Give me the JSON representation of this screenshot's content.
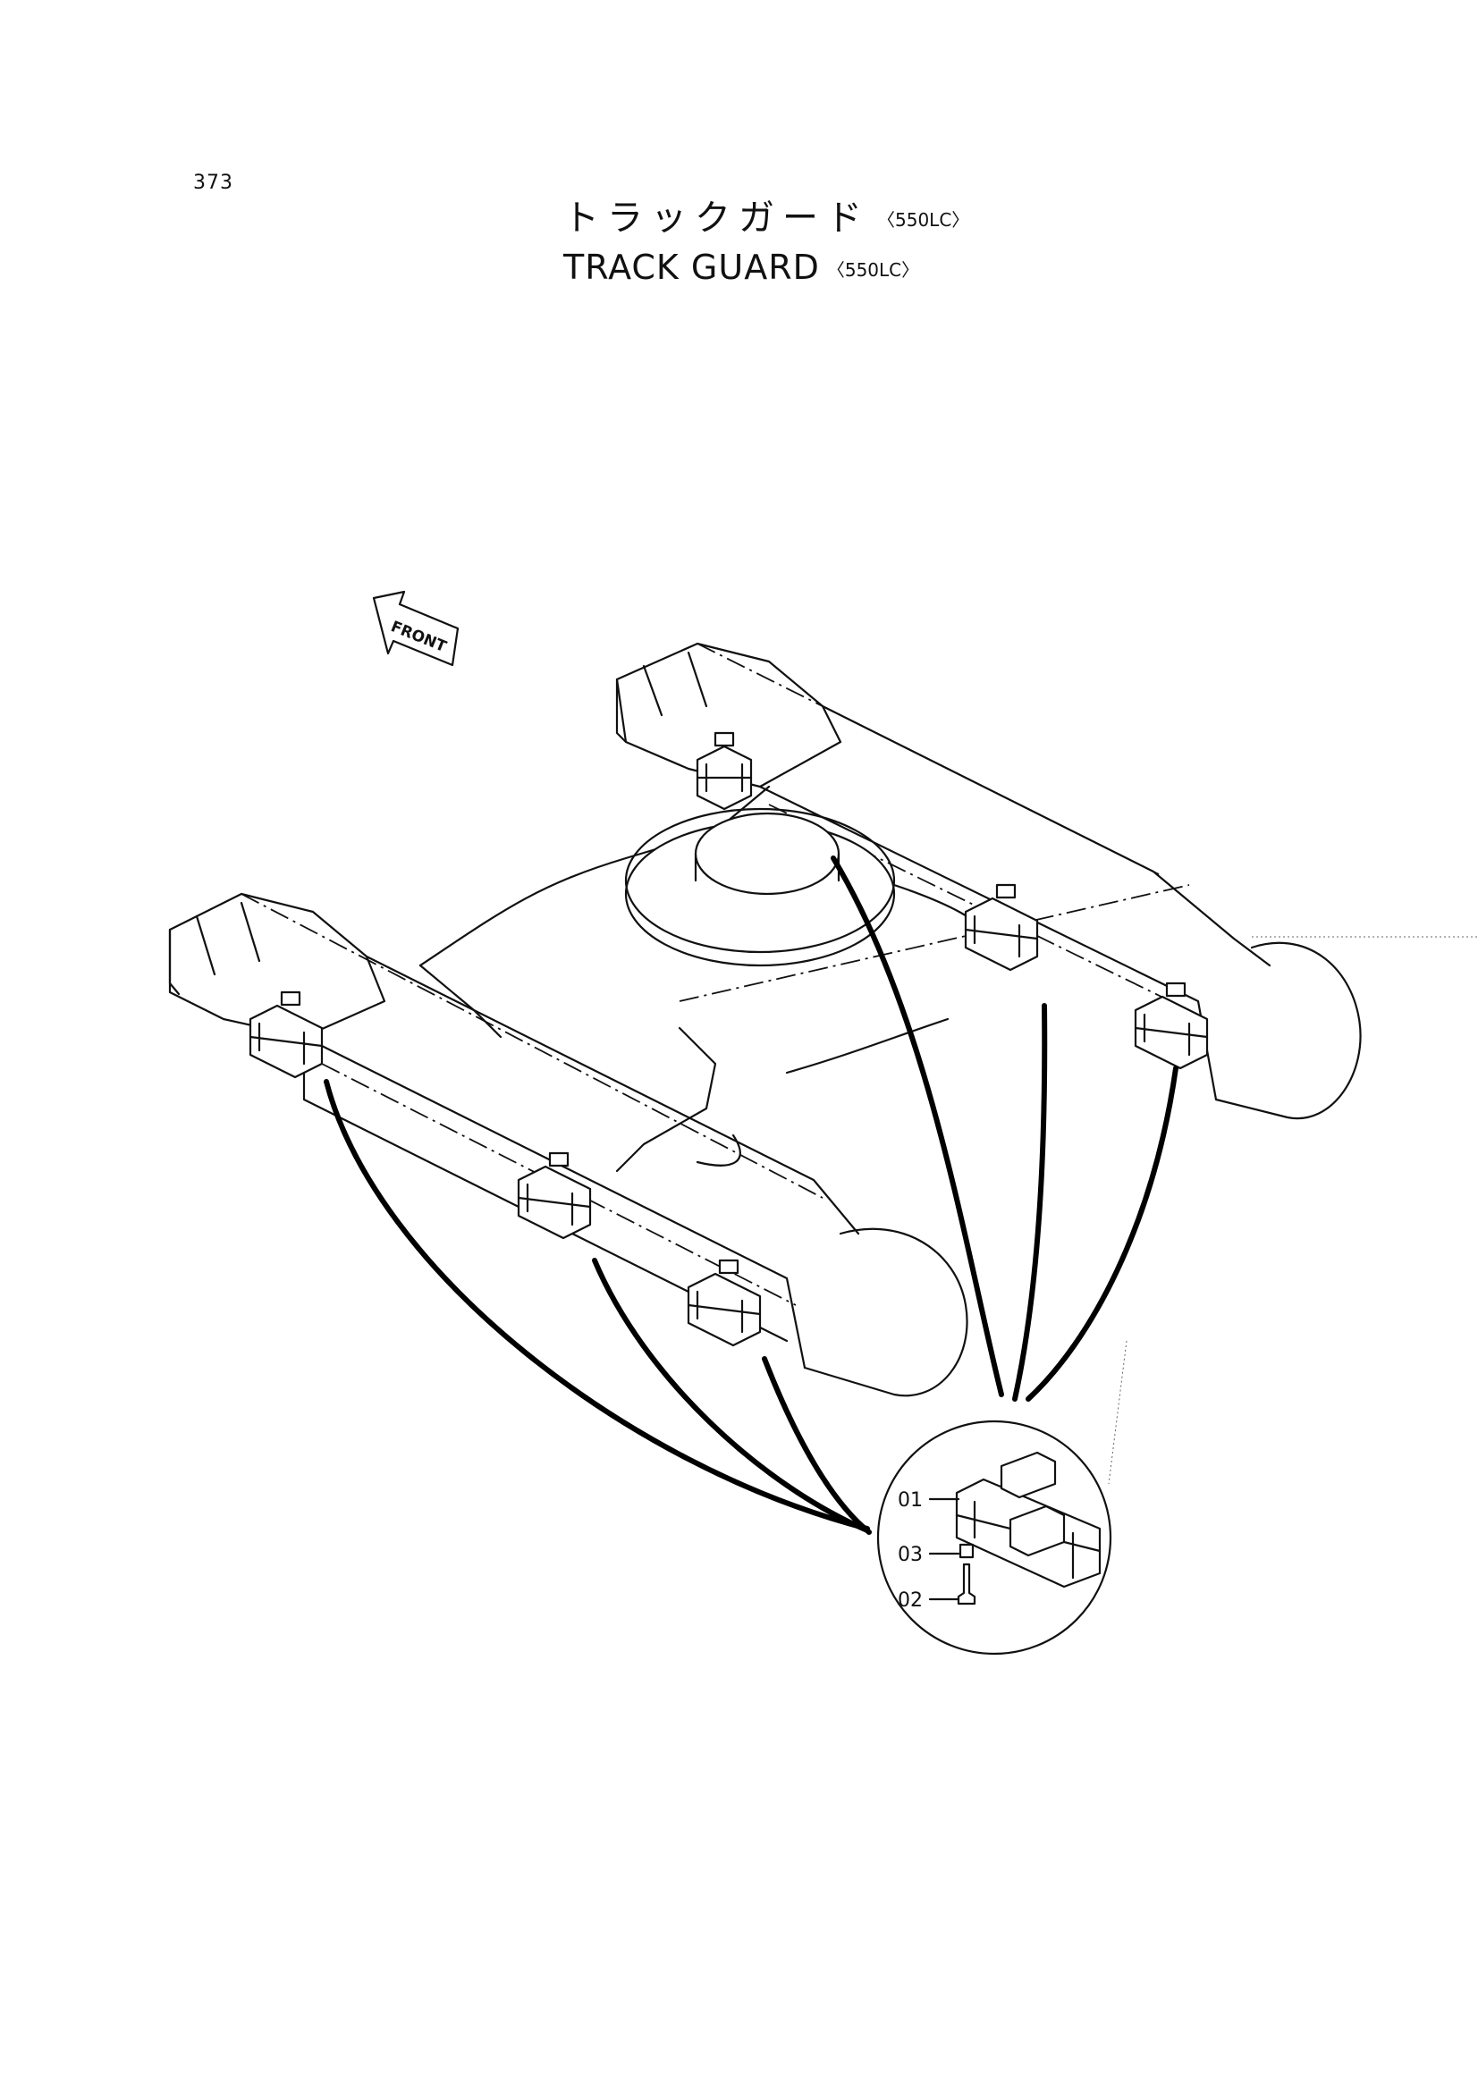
{
  "page": {
    "number": "373"
  },
  "title": {
    "japanese": "トラックガード",
    "english": "TRACK  GUARD",
    "model": "〈550LC〉"
  },
  "direction_label": "FRONT",
  "detail": {
    "parts": [
      {
        "id": "01"
      },
      {
        "id": "03"
      },
      {
        "id": "02"
      }
    ]
  }
}
